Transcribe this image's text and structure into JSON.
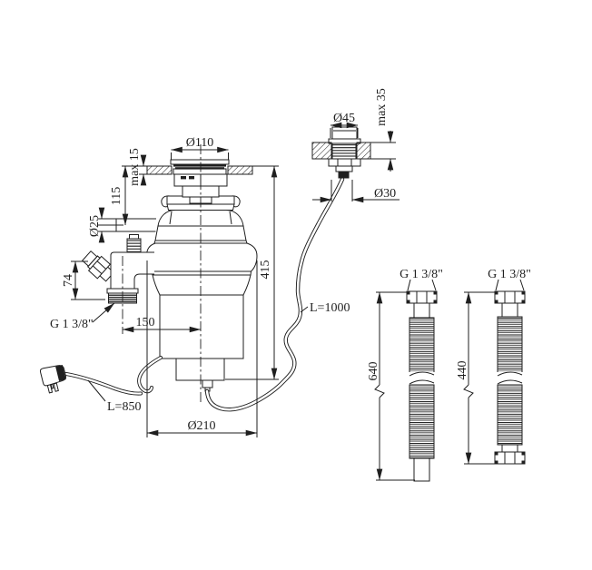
{
  "drawing": {
    "line_color": "#1f1f1f",
    "background_color": "#ffffff",
    "unit": {
      "flange_dia": "Ø110",
      "sink_thickness": "max 15",
      "flange_to_inlet": "115",
      "inlet_dia": "Ø25",
      "outlet_height": "74",
      "outlet_thread": "G 1 3/8\"",
      "outlet_offset": "150",
      "total_height": "415",
      "body_dia": "Ø210",
      "power_cord": "L=850",
      "air_hose": "L=1000"
    },
    "air_switch": {
      "button_dia": "Ø45",
      "counter_thickness": "max 35",
      "hole_dia": "Ø30"
    },
    "hose_long": {
      "thread": "G 1 3/8\"",
      "length": "640"
    },
    "hose_short": {
      "thread": "G 1 3/8\"",
      "length": "440"
    }
  }
}
